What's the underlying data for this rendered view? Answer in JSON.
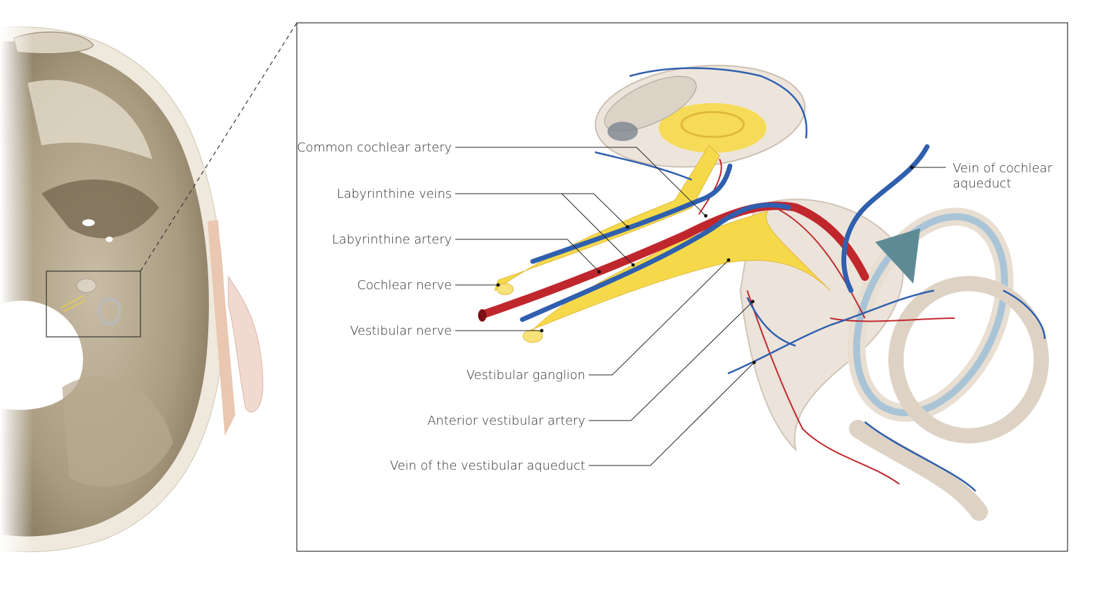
{
  "colors": {
    "artery": "#c0272d",
    "vein": "#2f5fae",
    "nerve": "#f3d43a",
    "bone": "#d8cdb8",
    "labyrinth": "#e8ddd2",
    "frame": "#333333"
  },
  "labels": {
    "common_cochlear_artery": "Common cochlear artery",
    "labyrinthine_veins": "Labyrinthine veins",
    "labyrinthine_artery": "Labyrinthine artery",
    "cochlear_nerve": "Cochlear nerve",
    "vestibular_nerve": "Vestibular nerve",
    "vestibular_ganglion": "Vestibular ganglion",
    "anterior_vestibular_artery": "Anterior vestibular artery",
    "vein_vestibular_aqueduct": "Vein of the vestibular aqueduct",
    "vein_cochlear_aqueduct_line1": "Vein of cochlear",
    "vein_cochlear_aqueduct_line2": "aqueduct"
  }
}
